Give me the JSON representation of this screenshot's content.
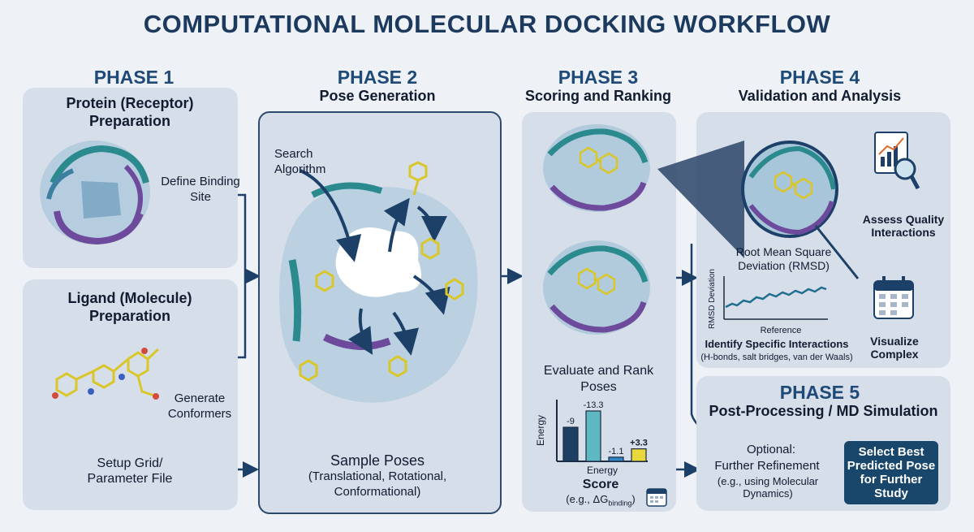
{
  "title": "COMPUTATIONAL MOLECULAR DOCKING WORKFLOW",
  "phase1": {
    "heading": "PHASE 1",
    "protein_title": "Protein (Receptor) Preparation",
    "define_site": "Define Binding Site",
    "ligand_title": "Ligand (Molecule) Preparation",
    "generate": "Generate Conformers",
    "setup": "Setup Grid/ Parameter File"
  },
  "phase2": {
    "heading": "PHASE 2",
    "subtitle": "Pose Generation",
    "search": "Search Algorithm",
    "sample": "Sample Poses",
    "sample_detail": "(Translational, Rotational, Conformational)"
  },
  "phase3": {
    "heading": "PHASE 3",
    "subtitle": "Scoring and Ranking",
    "evaluate": "Evaluate and Rank Poses",
    "score": "Score",
    "score_detail": "(e.g., ΔG",
    "score_sub": "binding",
    "score_close": ")",
    "chart_xlabel": "Energy",
    "chart_ylabel": "Energy"
  },
  "phase4": {
    "heading": "PHASE 4",
    "subtitle": "Validation and Analysis",
    "assess": "Assess Quality Interactions",
    "rmsd_title": "Root Mean Square Deviation (RMSD)",
    "rmsd_ylabel": "RMSD Deviation",
    "rmsd_xlabel": "Reference",
    "identify": "Identify Specific Interactions",
    "identify_detail": "(H-bonds, salt bridges, van der Waals)",
    "visualize": "Visualize Complex"
  },
  "phase5": {
    "heading": "PHASE 5",
    "subtitle": "Post-Processing / MD Simulation",
    "optional": "Optional:",
    "refinement": "Further Refinement",
    "refinement_detail": "(e.g., using Molecular Dynamics)",
    "select": "Select Best Predicted Pose for Further Study"
  },
  "chart_data": {
    "type": "bar",
    "categories": [
      "",
      "",
      "",
      ""
    ],
    "values": [
      -9,
      -13.3,
      -1.1,
      3.3
    ],
    "value_labels": [
      "-9",
      "-13.3",
      "-1.1",
      "+3.3"
    ],
    "colors": [
      "#1d3f63",
      "#5db8c4",
      "#2f86c7",
      "#e9d83c"
    ],
    "xlabel": "Energy",
    "ylabel": "Energy"
  },
  "colors": {
    "title": "#1c3a5e",
    "phase_heading": "#1f4a77",
    "panel": "#d6dee9",
    "arrow": "#1c4068",
    "select_box": "#19476c"
  }
}
